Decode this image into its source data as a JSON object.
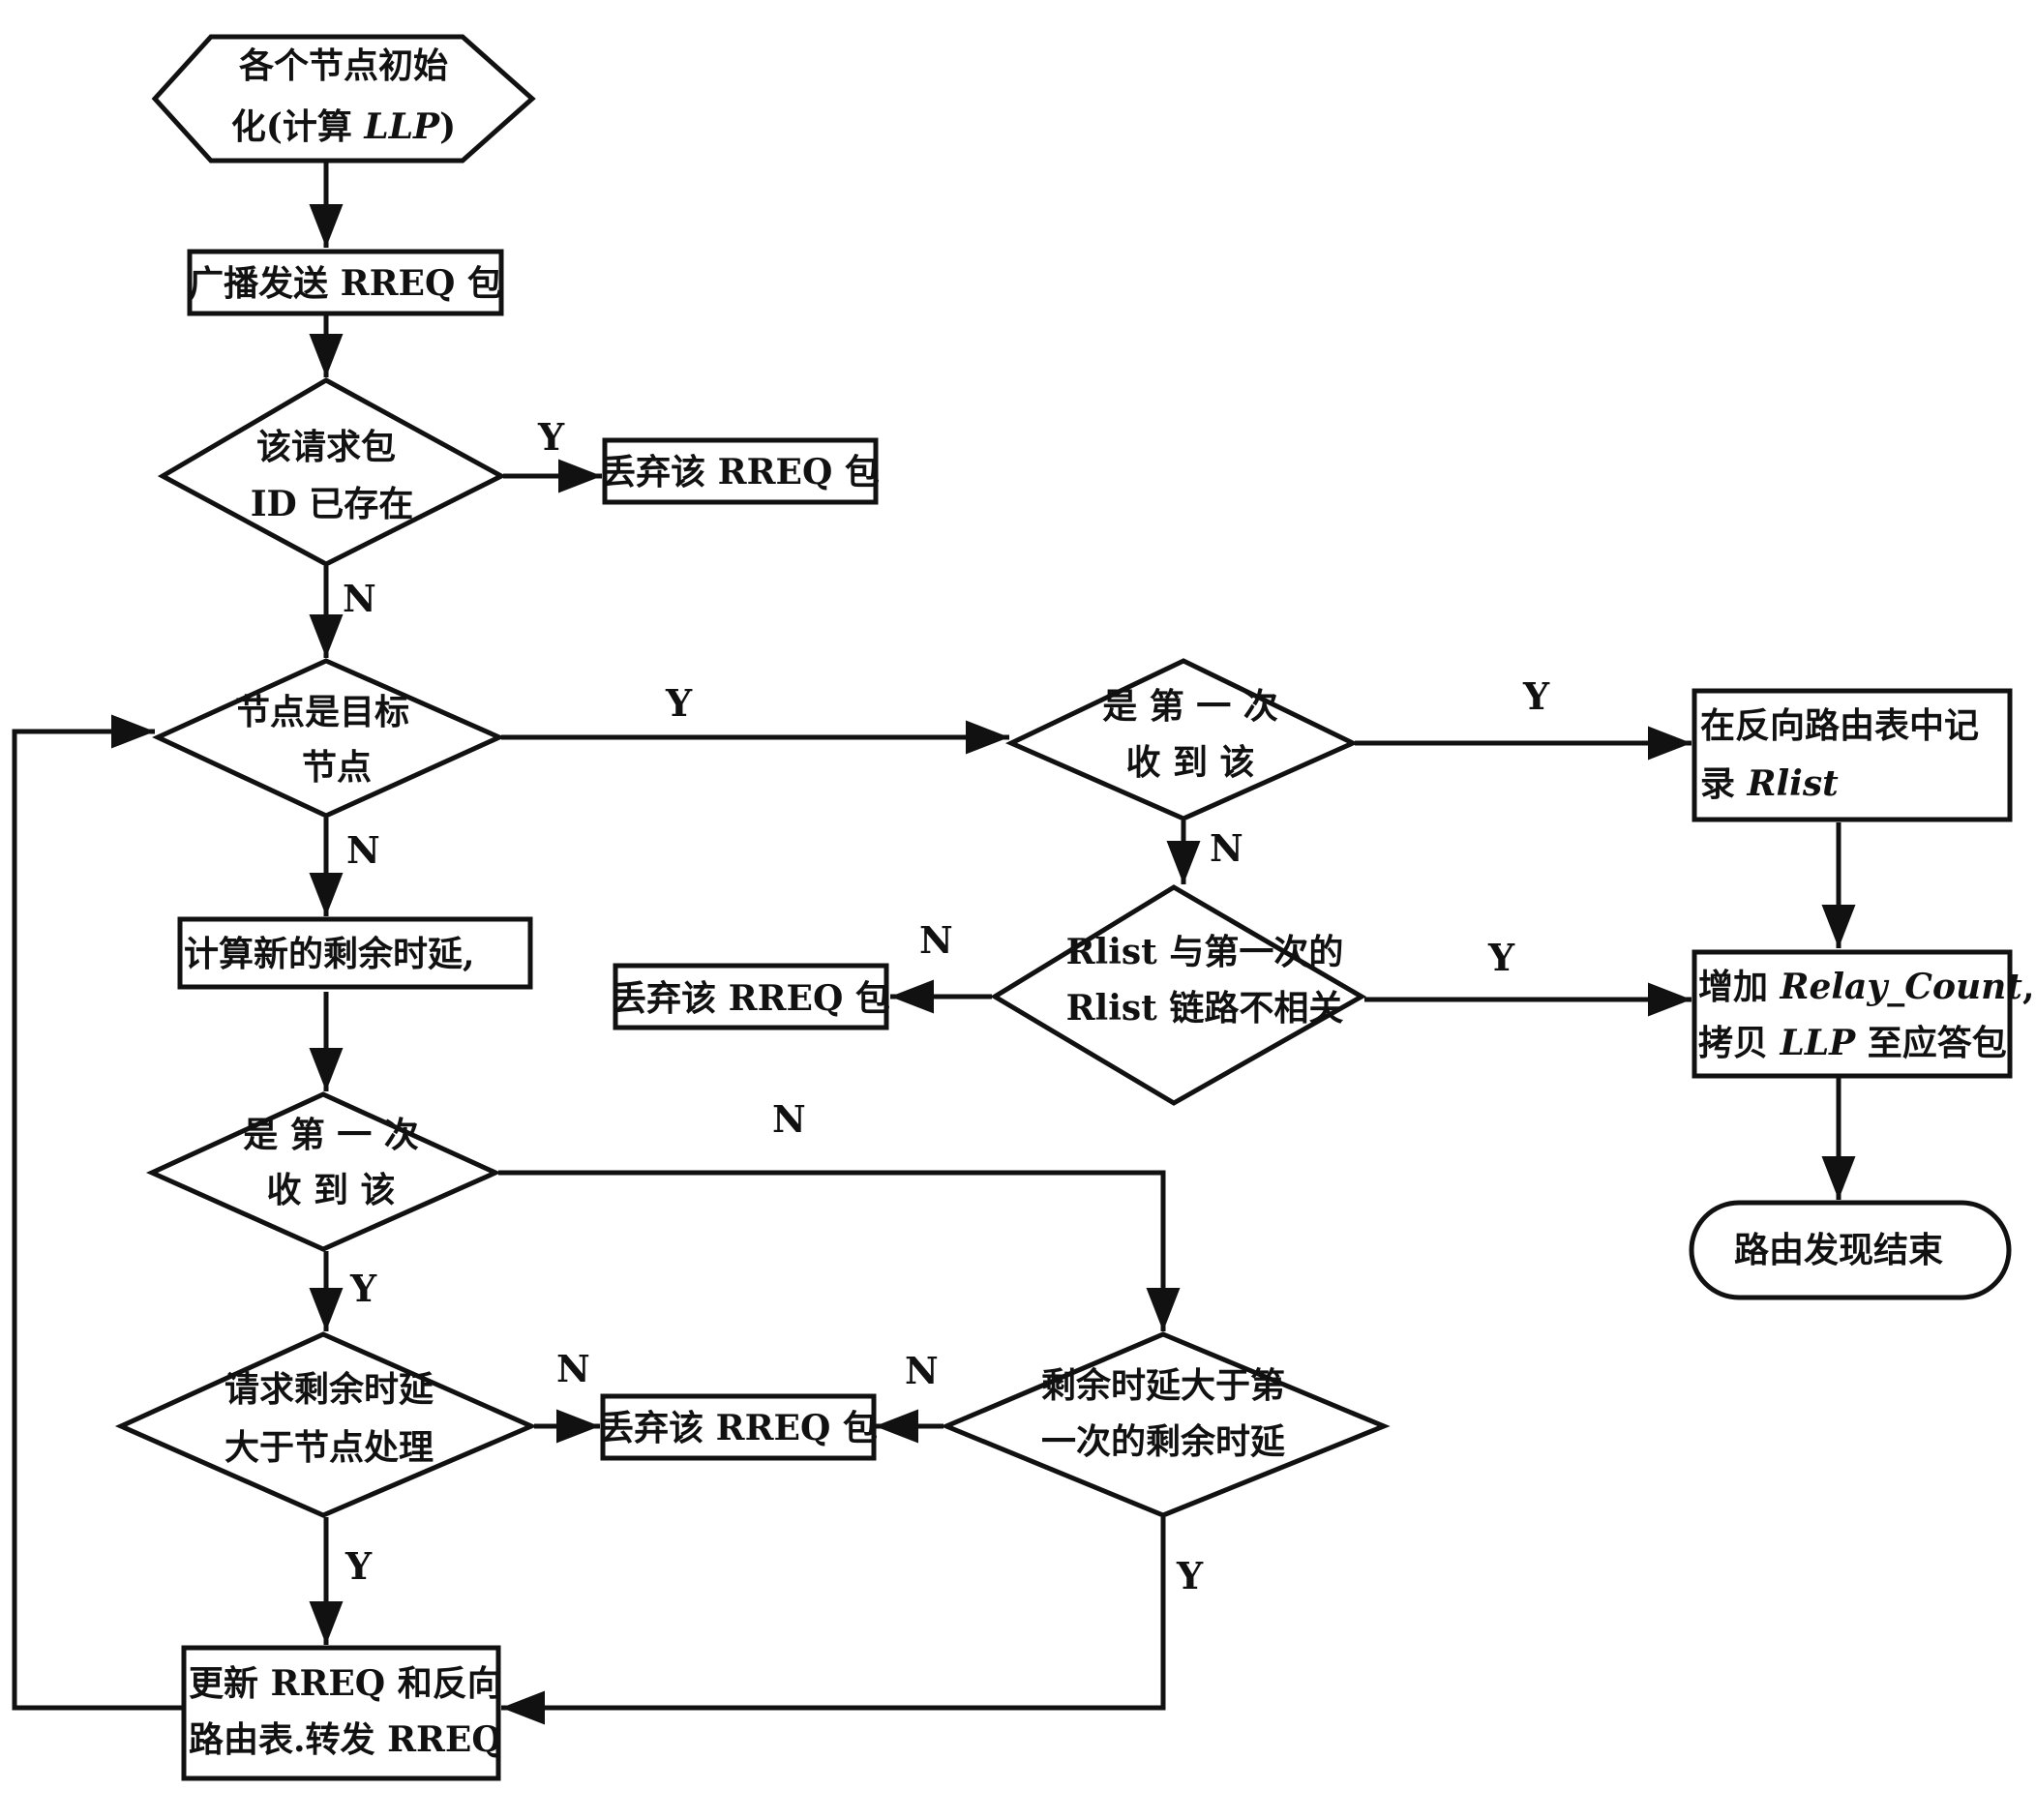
{
  "nodes": {
    "init": {
      "line1": "各个节点初始",
      "line2_prefix": "化(计算 ",
      "line2_italic": "LLP",
      "line2_suffix": ")"
    },
    "broadcast": {
      "text": "广播发送 RREQ 包"
    },
    "id_exists": {
      "line1": "该请求包",
      "line2": "ID 已存在"
    },
    "discard_1": {
      "text": "丢弃该 RREQ 包"
    },
    "is_target": {
      "line1": "节点是目标",
      "line2": "节点"
    },
    "first_recv_right": {
      "line1": "是 第 一 次",
      "line2": "收  到  该"
    },
    "record_rlist": {
      "line1": "在反向路由表中记",
      "line2_prefix": "录 ",
      "line2_italic": "Rlist"
    },
    "rlist_unrelated": {
      "line1": "Rlist 与第一次的",
      "line2": "Rlist 链路不相关"
    },
    "discard_2": {
      "text": "丢弃该 RREQ 包"
    },
    "add_relay": {
      "line1_prefix": "增加 ",
      "line1_italic": "Relay_Count",
      "line1_suffix": ",",
      "line2_prefix": "拷贝 ",
      "line2_italic": "LLP",
      "line2_suffix": " 至应答包"
    },
    "route_end": {
      "text": "路由发现结束"
    },
    "calc_delay": {
      "text": "计算新的剩余时延,"
    },
    "first_recv_left": {
      "line1": "是 第 一 次",
      "line2": "收  到  该"
    },
    "delay_gt_proc": {
      "line1": "请求剩余时延",
      "line2": "大于节点处理"
    },
    "discard_3": {
      "text": "丢弃该 RREQ 包"
    },
    "delay_gt_first": {
      "line1": "剩余时延大于第",
      "line2": "一次的剩余时延"
    },
    "update_forward": {
      "line1": "更新 RREQ 和反向",
      "line2": "路由表.转发 RREQ"
    }
  },
  "edge_labels": {
    "id_exists_yes": "Y",
    "id_exists_no": "N",
    "is_target_yes": "Y",
    "is_target_no": "N",
    "first_right_yes": "Y",
    "first_right_no": "N",
    "rlist_no": "N",
    "rlist_yes": "Y",
    "first_left_no": "N",
    "first_left_yes": "Y",
    "delay_proc_no": "N",
    "delay_proc_yes": "Y",
    "delay_first_no": "N",
    "delay_first_yes": "Y"
  }
}
